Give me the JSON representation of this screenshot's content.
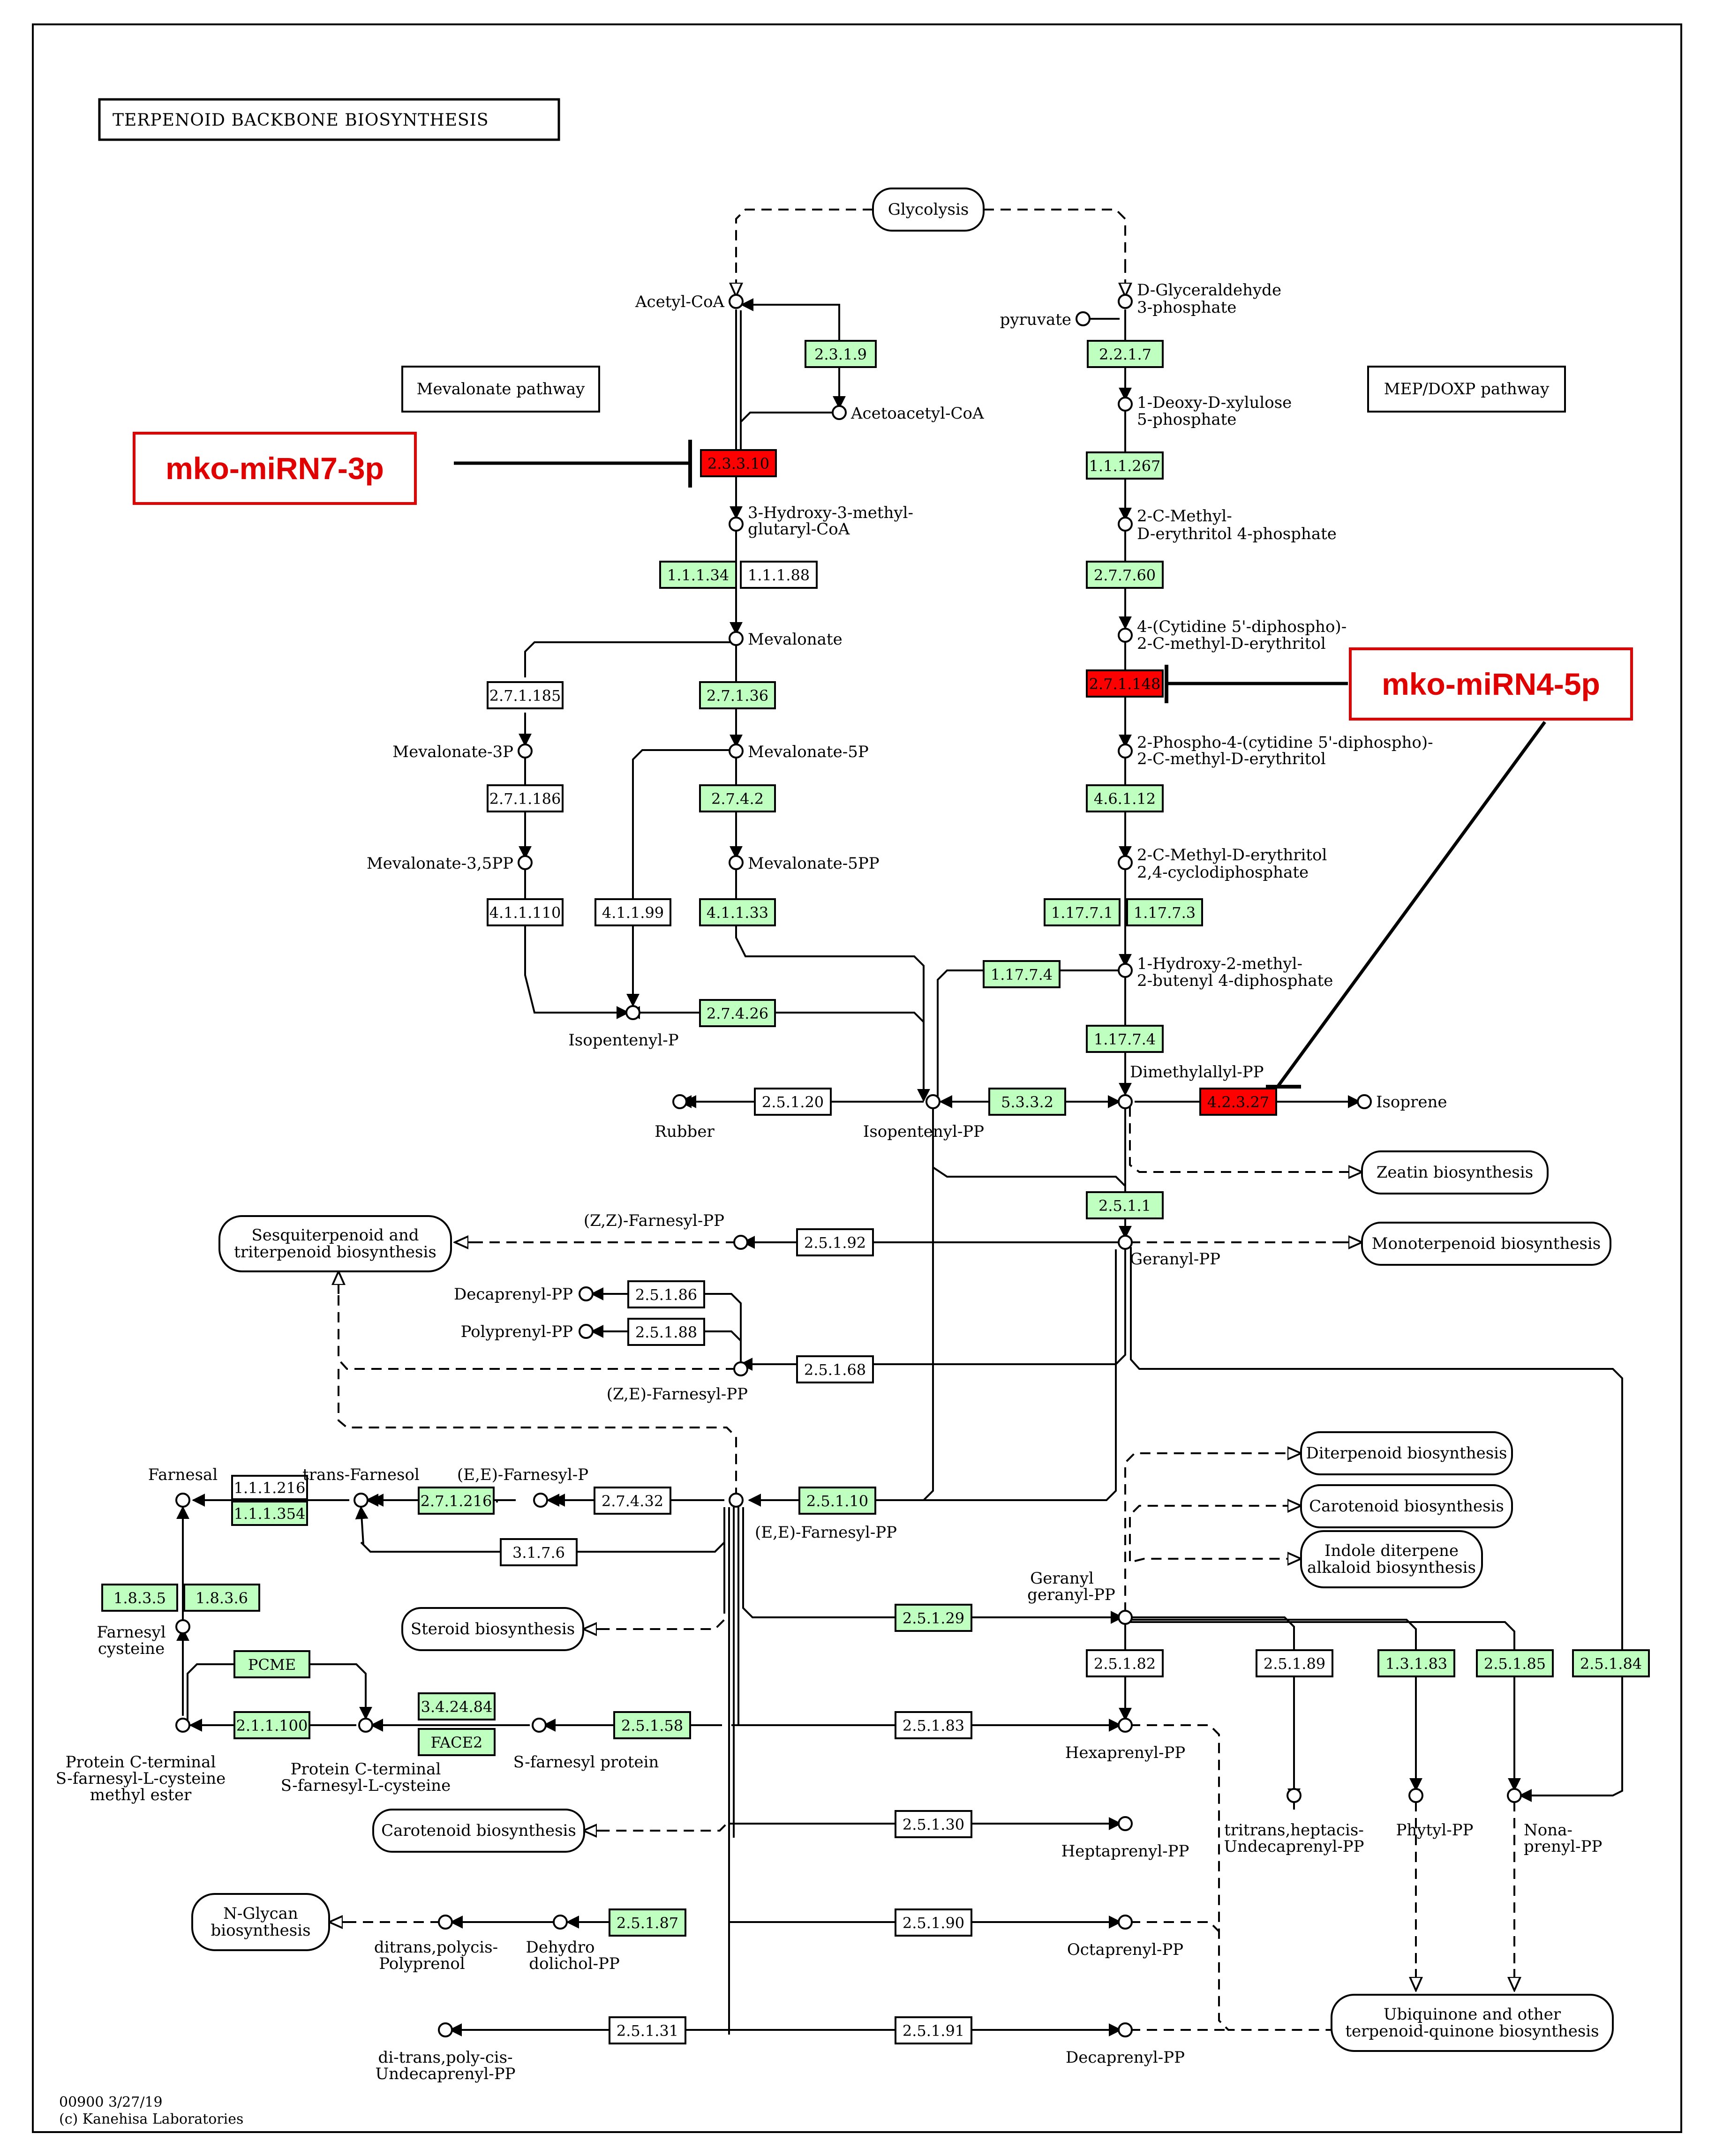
{
  "title": "TERPENOID BACKBONE BIOSYNTHESIS",
  "colors": {
    "enzyme_found": "#bfffbf",
    "enzyme_absent": "#ffffff",
    "enzyme_targeted": "#ff0000",
    "mirna": "#e00000"
  },
  "pathway_links": {
    "glycolysis": "Glycolysis",
    "mevalonate": "Mevalonate pathway",
    "mep": "MEP/DOXP pathway",
    "zeatin": "Zeatin biosynthesis",
    "monoterpenoid": "Monoterpenoid biosynthesis",
    "sesquiterpenoid_1": "Sesquiterpenoid and",
    "sesquiterpenoid_2": "triterpenoid biosynthesis",
    "diterpenoid": "Diterpenoid biosynthesis",
    "carotenoid_1": "Carotenoid biosynthesis",
    "indole_1": "Indole diterpene",
    "indole_2": "alkaloid biosynthesis",
    "steroid": "Steroid biosynthesis",
    "carotenoid_2": "Carotenoid biosynthesis",
    "nglycan_1": "N-Glycan",
    "nglycan_2": "biosynthesis",
    "ubiquinone_1": "Ubiquinone and other",
    "ubiquinone_2": "terpenoid-quinone biosynthesis"
  },
  "mirnas": {
    "mir7": "mko-miRN7-3p",
    "mir4": "mko-miRN4-5p"
  },
  "compounds": {
    "acetylcoa": "Acetyl-CoA",
    "acetoacetylcoa": "Acetoacetyl-CoA",
    "hmgcoa_1": "3-Hydroxy-3-methyl-",
    "hmgcoa_2": "glutaryl-CoA",
    "mevalonate": "Mevalonate",
    "mev5p": "Mevalonate-5P",
    "mev5pp": "Mevalonate-5PP",
    "mev3p": "Mevalonate-3P",
    "mev35pp": "Mevalonate-3,5PP",
    "ipp_p": "Isopentenyl-P",
    "ipp": "Isopentenyl-PP",
    "rubber": "Rubber",
    "g3p_1": "D-Glyceraldehyde",
    "g3p_2": "3-phosphate",
    "pyruvate": "pyruvate",
    "dxp_1": "1-Deoxy-D-xylulose",
    "dxp_2": "5-phosphate",
    "mep_1": "2-C-Methyl-",
    "mep_2": "D-erythritol 4-phosphate",
    "cdpme_1": "4-(Cytidine 5'-diphospho)-",
    "cdpme_2": "2-C-methyl-D-erythritol",
    "cdpmep_1": "2-Phospho-4-(cytidine 5'-diphospho)-",
    "cdpmep_2": "2-C-methyl-D-erythritol",
    "mecpp_1": "2-C-Methyl-D-erythritol",
    "mecpp_2": "2,4-cyclodiphosphate",
    "hmbpp_1": "1-Hydroxy-2-methyl-",
    "hmbpp_2": "2-butenyl 4-diphosphate",
    "dmapp": "Dimethylallyl-PP",
    "isoprene": "Isoprene",
    "gpp": "Geranyl-PP",
    "zzfpp": "(Z,Z)-Farnesyl-PP",
    "decaprenylpp_l": "Decaprenyl-PP",
    "polyprenylpp": "Polyprenyl-PP",
    "zefpp": "(Z,E)-Farnesyl-PP",
    "farnesal": "Farnesal",
    "transfarnesol": "trans-Farnesol",
    "eefp": "(E,E)-Farnesyl-P",
    "eefpp": "(E,E)-Farnesyl-PP",
    "farnesylcys_1": "Farnesyl",
    "farnesylcys_2": "cysteine",
    "pcme_1": "Protein C-terminal",
    "pcme_2": "S-farnesyl-L-cysteine",
    "pcme_3": "methyl ester",
    "pcfc_1": "Protein C-terminal",
    "pcfc_2": "S-farnesyl-L-cysteine",
    "sfprotein": "S-farnesyl protein",
    "ggpp_1": "Geranyl",
    "ggpp_2": "geranyl-PP",
    "hexaprenyl": "Hexaprenyl-PP",
    "heptaprenyl": "Heptaprenyl-PP",
    "octaprenyl": "Octaprenyl-PP",
    "decaprenyl": "Decaprenyl-PP",
    "uppp_1": "tritrans,heptacis-",
    "uppp_2": "Undecaprenyl-PP",
    "phytyl": "Phytyl-PP",
    "nonaprenyl_1": "Nona-",
    "nonaprenyl_2": "prenyl-PP",
    "polyprenol_1": "ditrans,polycis-",
    "polyprenol_2": "Polyprenol",
    "dehydrodolichol_1": "Dehydro",
    "dehydrodolichol_2": "dolichol-PP",
    "ditranspoly_1": "di-trans,poly-cis-",
    "ditranspoly_2": "Undecaprenyl-PP"
  },
  "enzymes": {
    "e2319": "2.3.1.9",
    "e23310": "2.3.3.10",
    "e11134": "1.1.1.34",
    "e11188": "1.1.1.88",
    "e271185": "2.7.1.185",
    "e27136": "2.7.1.36",
    "e271186": "2.7.1.186",
    "e2742": "2.7.4.2",
    "e411110": "4.1.1.110",
    "e41199": "4.1.1.99",
    "e41133": "4.1.1.33",
    "e27426": "2.7.4.26",
    "e25120": "2.5.1.20",
    "e5332": "5.3.3.2",
    "e2217": "2.2.1.7",
    "e111267": "1.1.1.267",
    "e27760": "2.7.7.60",
    "e271148": "2.7.1.148",
    "e46112": "4.6.1.12",
    "e11771": "1.17.7.1",
    "e11773": "1.17.7.3",
    "e11774a": "1.17.7.4",
    "e11774b": "1.17.7.4",
    "e42327": "4.2.3.27",
    "e2511": "2.5.1.1",
    "e25192": "2.5.1.92",
    "e25186": "2.5.1.86",
    "e25188": "2.5.1.88",
    "e25168": "2.5.1.68",
    "e111216": "1.1.1.216",
    "e111354": "1.1.1.354",
    "e271216": "2.7.1.216",
    "e27432": "2.7.4.32",
    "e25110": "2.5.1.10",
    "e3176": "3.1.7.6",
    "e1835": "1.8.3.5",
    "e1836": "1.8.3.6",
    "pcme": "PCME",
    "e211100": "2.1.1.100",
    "e342484": "3.4.24.84",
    "face2": "FACE2",
    "e25158": "2.5.1.58",
    "e25129": "2.5.1.29",
    "e25182": "2.5.1.82",
    "e25189": "2.5.1.89",
    "e13183": "1.3.1.83",
    "e25185": "2.5.1.85",
    "e25184": "2.5.1.84",
    "e25183": "2.5.1.83",
    "e25130": "2.5.1.30",
    "e25187": "2.5.1.87",
    "e25190": "2.5.1.90",
    "e25131": "2.5.1.31",
    "e25191": "2.5.1.91"
  },
  "footer": {
    "line1": "00900 3/27/19",
    "line2": "(c) Kanehisa Laboratories"
  }
}
